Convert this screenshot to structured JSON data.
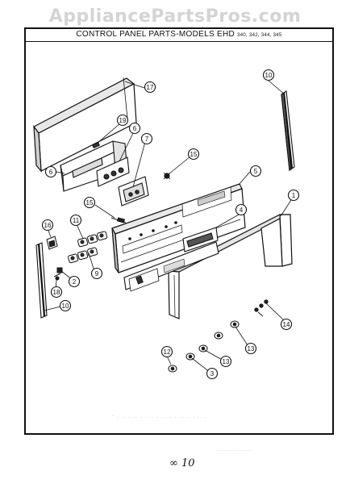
{
  "watermark": "AppliancePartsPros.com",
  "title": {
    "main": "CONTROL PANEL PARTS-MODELS EHD ",
    "models": "340, 342, 344, 345"
  },
  "footer": {
    "faint_line": "' · ·· · ·· · ·· · · ·· ·· · ·· ·· · ·· ·",
    "small_print": "· · · · · · · · · · · · · · · · · ·",
    "handwritten": "∞ 10"
  },
  "callouts": [
    {
      "label": "17"
    },
    {
      "label": "10"
    },
    {
      "label": "19"
    },
    {
      "label": "6"
    },
    {
      "label": "7"
    },
    {
      "label": "6"
    },
    {
      "label": "15"
    },
    {
      "label": "5"
    },
    {
      "label": "15"
    },
    {
      "label": "1"
    },
    {
      "label": "16"
    },
    {
      "label": "11"
    },
    {
      "label": "4"
    },
    {
      "label": "9"
    },
    {
      "label": "2"
    },
    {
      "label": "18"
    },
    {
      "label": "10"
    },
    {
      "label": "14"
    },
    {
      "label": "12"
    },
    {
      "label": "3"
    },
    {
      "label": "13"
    },
    {
      "label": "13"
    }
  ]
}
